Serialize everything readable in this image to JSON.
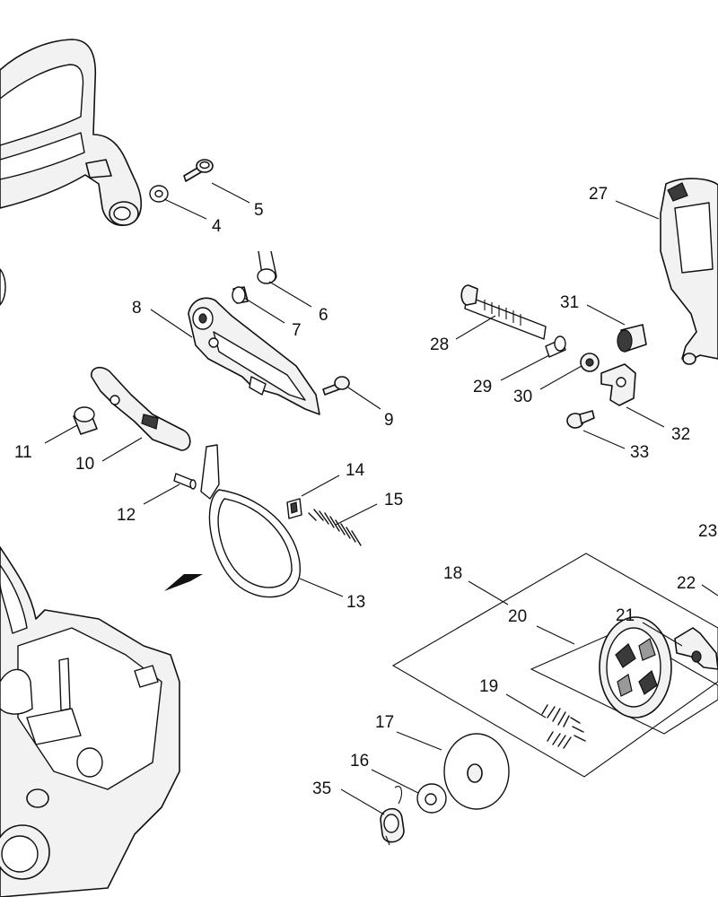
{
  "callouts": [
    {
      "num": "4"
    },
    {
      "num": "5"
    },
    {
      "num": "6"
    },
    {
      "num": "7"
    },
    {
      "num": "8"
    },
    {
      "num": "9"
    },
    {
      "num": "10"
    },
    {
      "num": "11"
    },
    {
      "num": "12"
    },
    {
      "num": "13"
    },
    {
      "num": "14"
    },
    {
      "num": "15"
    },
    {
      "num": "16"
    },
    {
      "num": "17"
    },
    {
      "num": "18"
    },
    {
      "num": "19"
    },
    {
      "num": "20"
    },
    {
      "num": "21"
    },
    {
      "num": "22"
    },
    {
      "num": "23"
    },
    {
      "num": "27"
    },
    {
      "num": "28"
    },
    {
      "num": "29"
    },
    {
      "num": "30"
    },
    {
      "num": "31"
    },
    {
      "num": "32"
    },
    {
      "num": "33"
    },
    {
      "num": "35"
    }
  ]
}
